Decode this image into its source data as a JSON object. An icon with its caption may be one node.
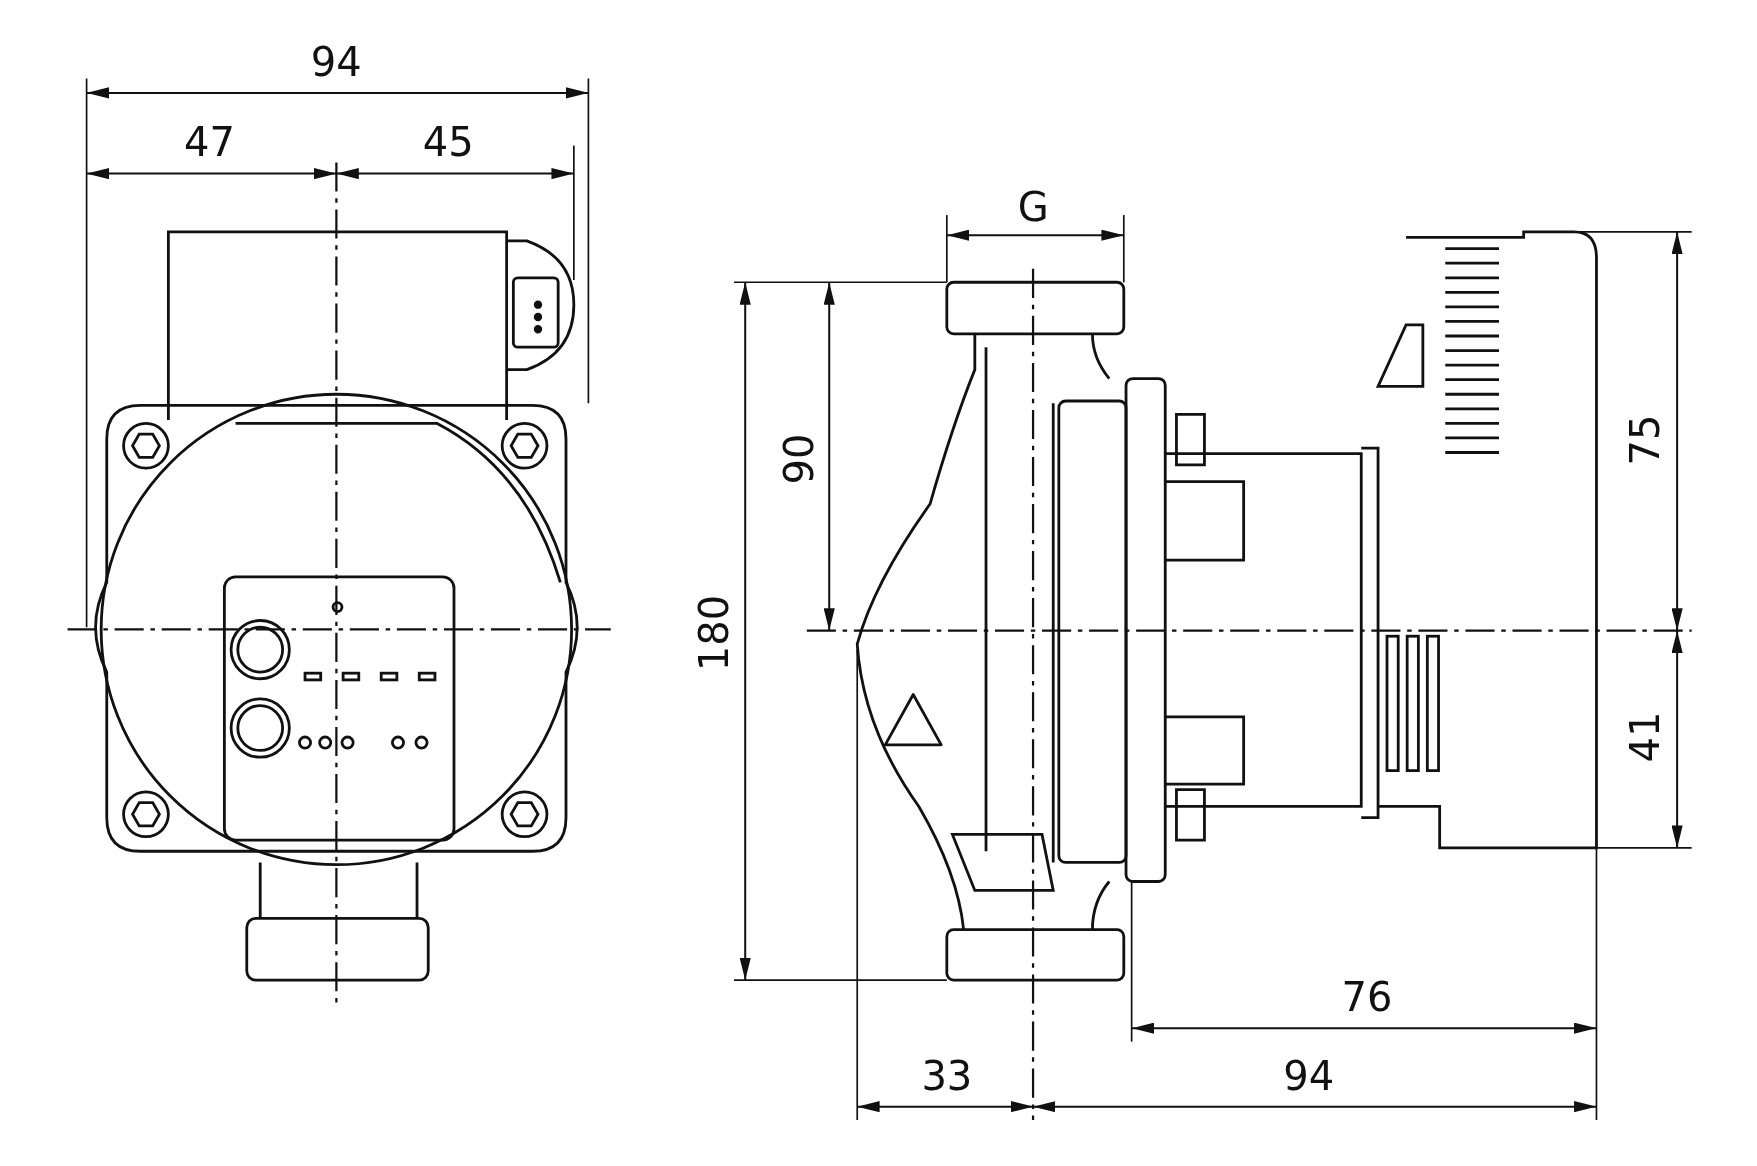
{
  "diagram": {
    "labels": [
      "94",
      "47",
      "45",
      "G",
      "90",
      "180",
      "75",
      "41",
      "76",
      "33",
      "94"
    ]
  }
}
